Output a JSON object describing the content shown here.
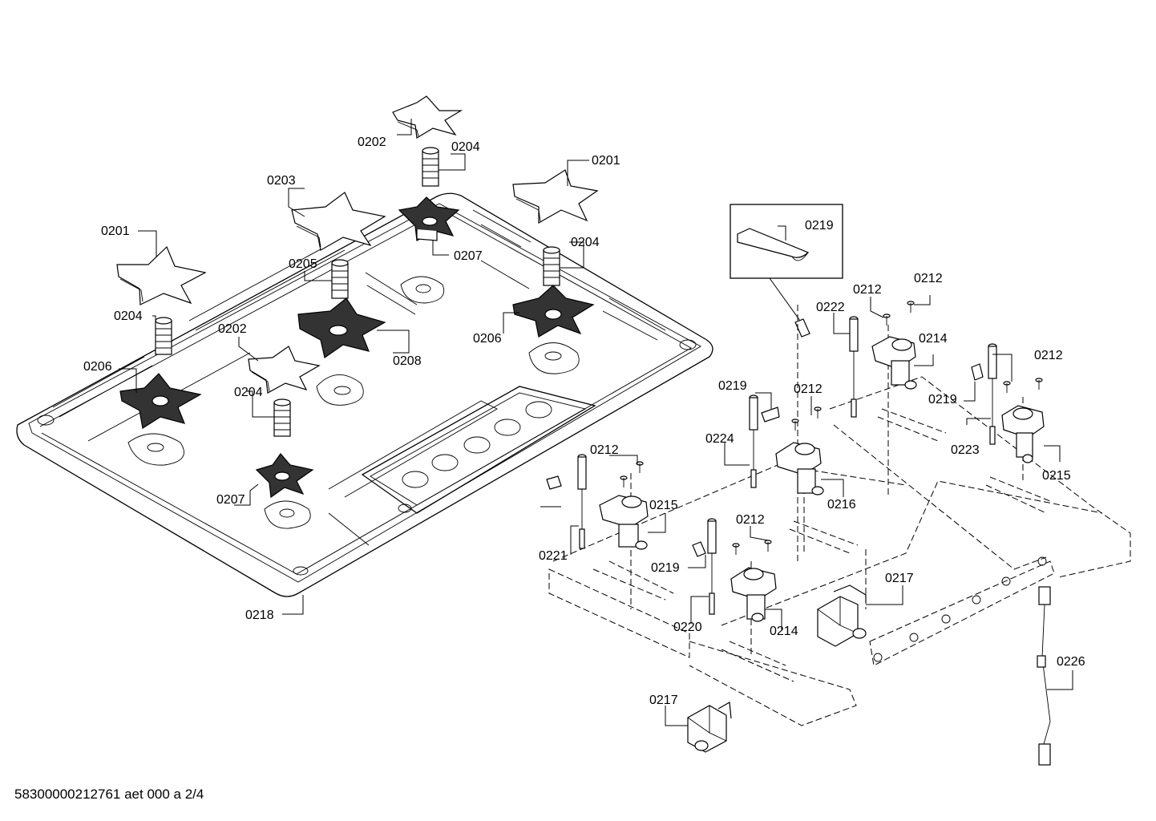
{
  "footer": "58300000212761 aet 000 a 2/4",
  "labels": {
    "l_0202a": "0202",
    "l_0204a": "0204",
    "l_0201a": "0201",
    "l_0203": "0203",
    "l_0207a": "0207",
    "l_0201b": "0201",
    "l_0205": "0205",
    "l_0204b": "0204",
    "l_0204c": "0204",
    "l_0206a": "0206",
    "l_0202b": "0202",
    "l_0208": "0208",
    "l_0206b": "0206",
    "l_0204d": "0204",
    "l_0207b": "0207",
    "l_0218": "0218",
    "l_0219a": "0219",
    "l_0222": "0222",
    "l_0212a": "0212",
    "l_0212b": "0212",
    "l_0214a": "0214",
    "l_0212c": "0212",
    "l_0219b": "0219",
    "l_0223": "0223",
    "l_0215a": "0215",
    "l_0219c": "0219",
    "l_0212d": "0212",
    "l_0224": "0224",
    "l_0216": "0216",
    "l_0212e": "0212",
    "l_0215b": "0215",
    "l_0221": "0221",
    "l_0212f": "0212",
    "l_0219d": "0219",
    "l_0217a": "0217",
    "l_0220": "0220",
    "l_0214b": "0214",
    "l_0226": "0226",
    "l_0217b": "0217"
  }
}
